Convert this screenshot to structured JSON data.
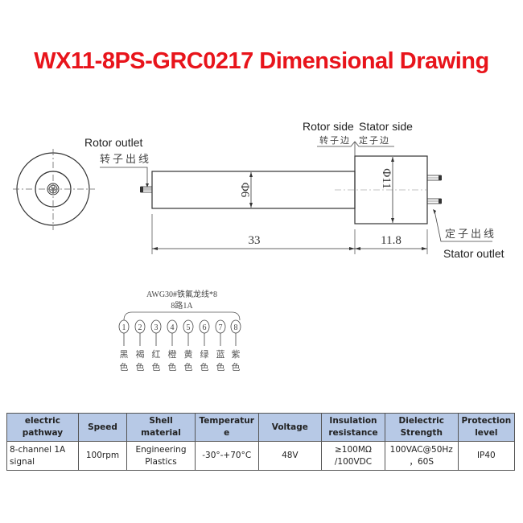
{
  "title": "WX11-8PS-GRC0217 Dimensional Drawing",
  "drawing": {
    "rotor_outlet_en": "Rotor outlet",
    "rotor_outlet_cn": "转子出线",
    "rotor_side_en": "Rotor side",
    "rotor_side_cn": "转子边",
    "stator_side_en": "Stator side",
    "stator_side_cn": "定子边",
    "stator_outlet_en": "Stator outlet",
    "stator_outlet_cn": "定子出线",
    "rotor_diameter": "Φ6",
    "stator_diameter": "Φ11",
    "rotor_length": "33",
    "stator_length": "11.8"
  },
  "wiring": {
    "wire_spec": "AWG30#铁氟龙线*8",
    "circuit_spec": "8路1A",
    "wires": [
      {
        "number": "1",
        "color_cn": "黑",
        "suffix": "色"
      },
      {
        "number": "2",
        "color_cn": "褐",
        "suffix": "色"
      },
      {
        "number": "3",
        "color_cn": "红",
        "suffix": "色"
      },
      {
        "number": "4",
        "color_cn": "橙",
        "suffix": "色"
      },
      {
        "number": "5",
        "color_cn": "黄",
        "suffix": "色"
      },
      {
        "number": "6",
        "color_cn": "绿",
        "suffix": "色"
      },
      {
        "number": "7",
        "color_cn": "蓝",
        "suffix": "色"
      },
      {
        "number": "8",
        "color_cn": "紫",
        "suffix": "色"
      }
    ]
  },
  "spec_table": {
    "headers": [
      "electric pathway",
      "Speed",
      "Shell material",
      "Temperatur e",
      "Voltage",
      "Insulation resistance",
      "Dielectric Strength",
      "Protection level"
    ],
    "row": [
      "8-channel 1A signal",
      "100rpm",
      "Engineering Plastics",
      "-30°-+70°C",
      "48V",
      "≥100MΩ /100VDC",
      "100VAC@50Hz ，60S",
      "IP40"
    ]
  },
  "colors": {
    "title": "#e8141b",
    "table_header_bg": "#b7c9e6",
    "line": "#333333"
  }
}
